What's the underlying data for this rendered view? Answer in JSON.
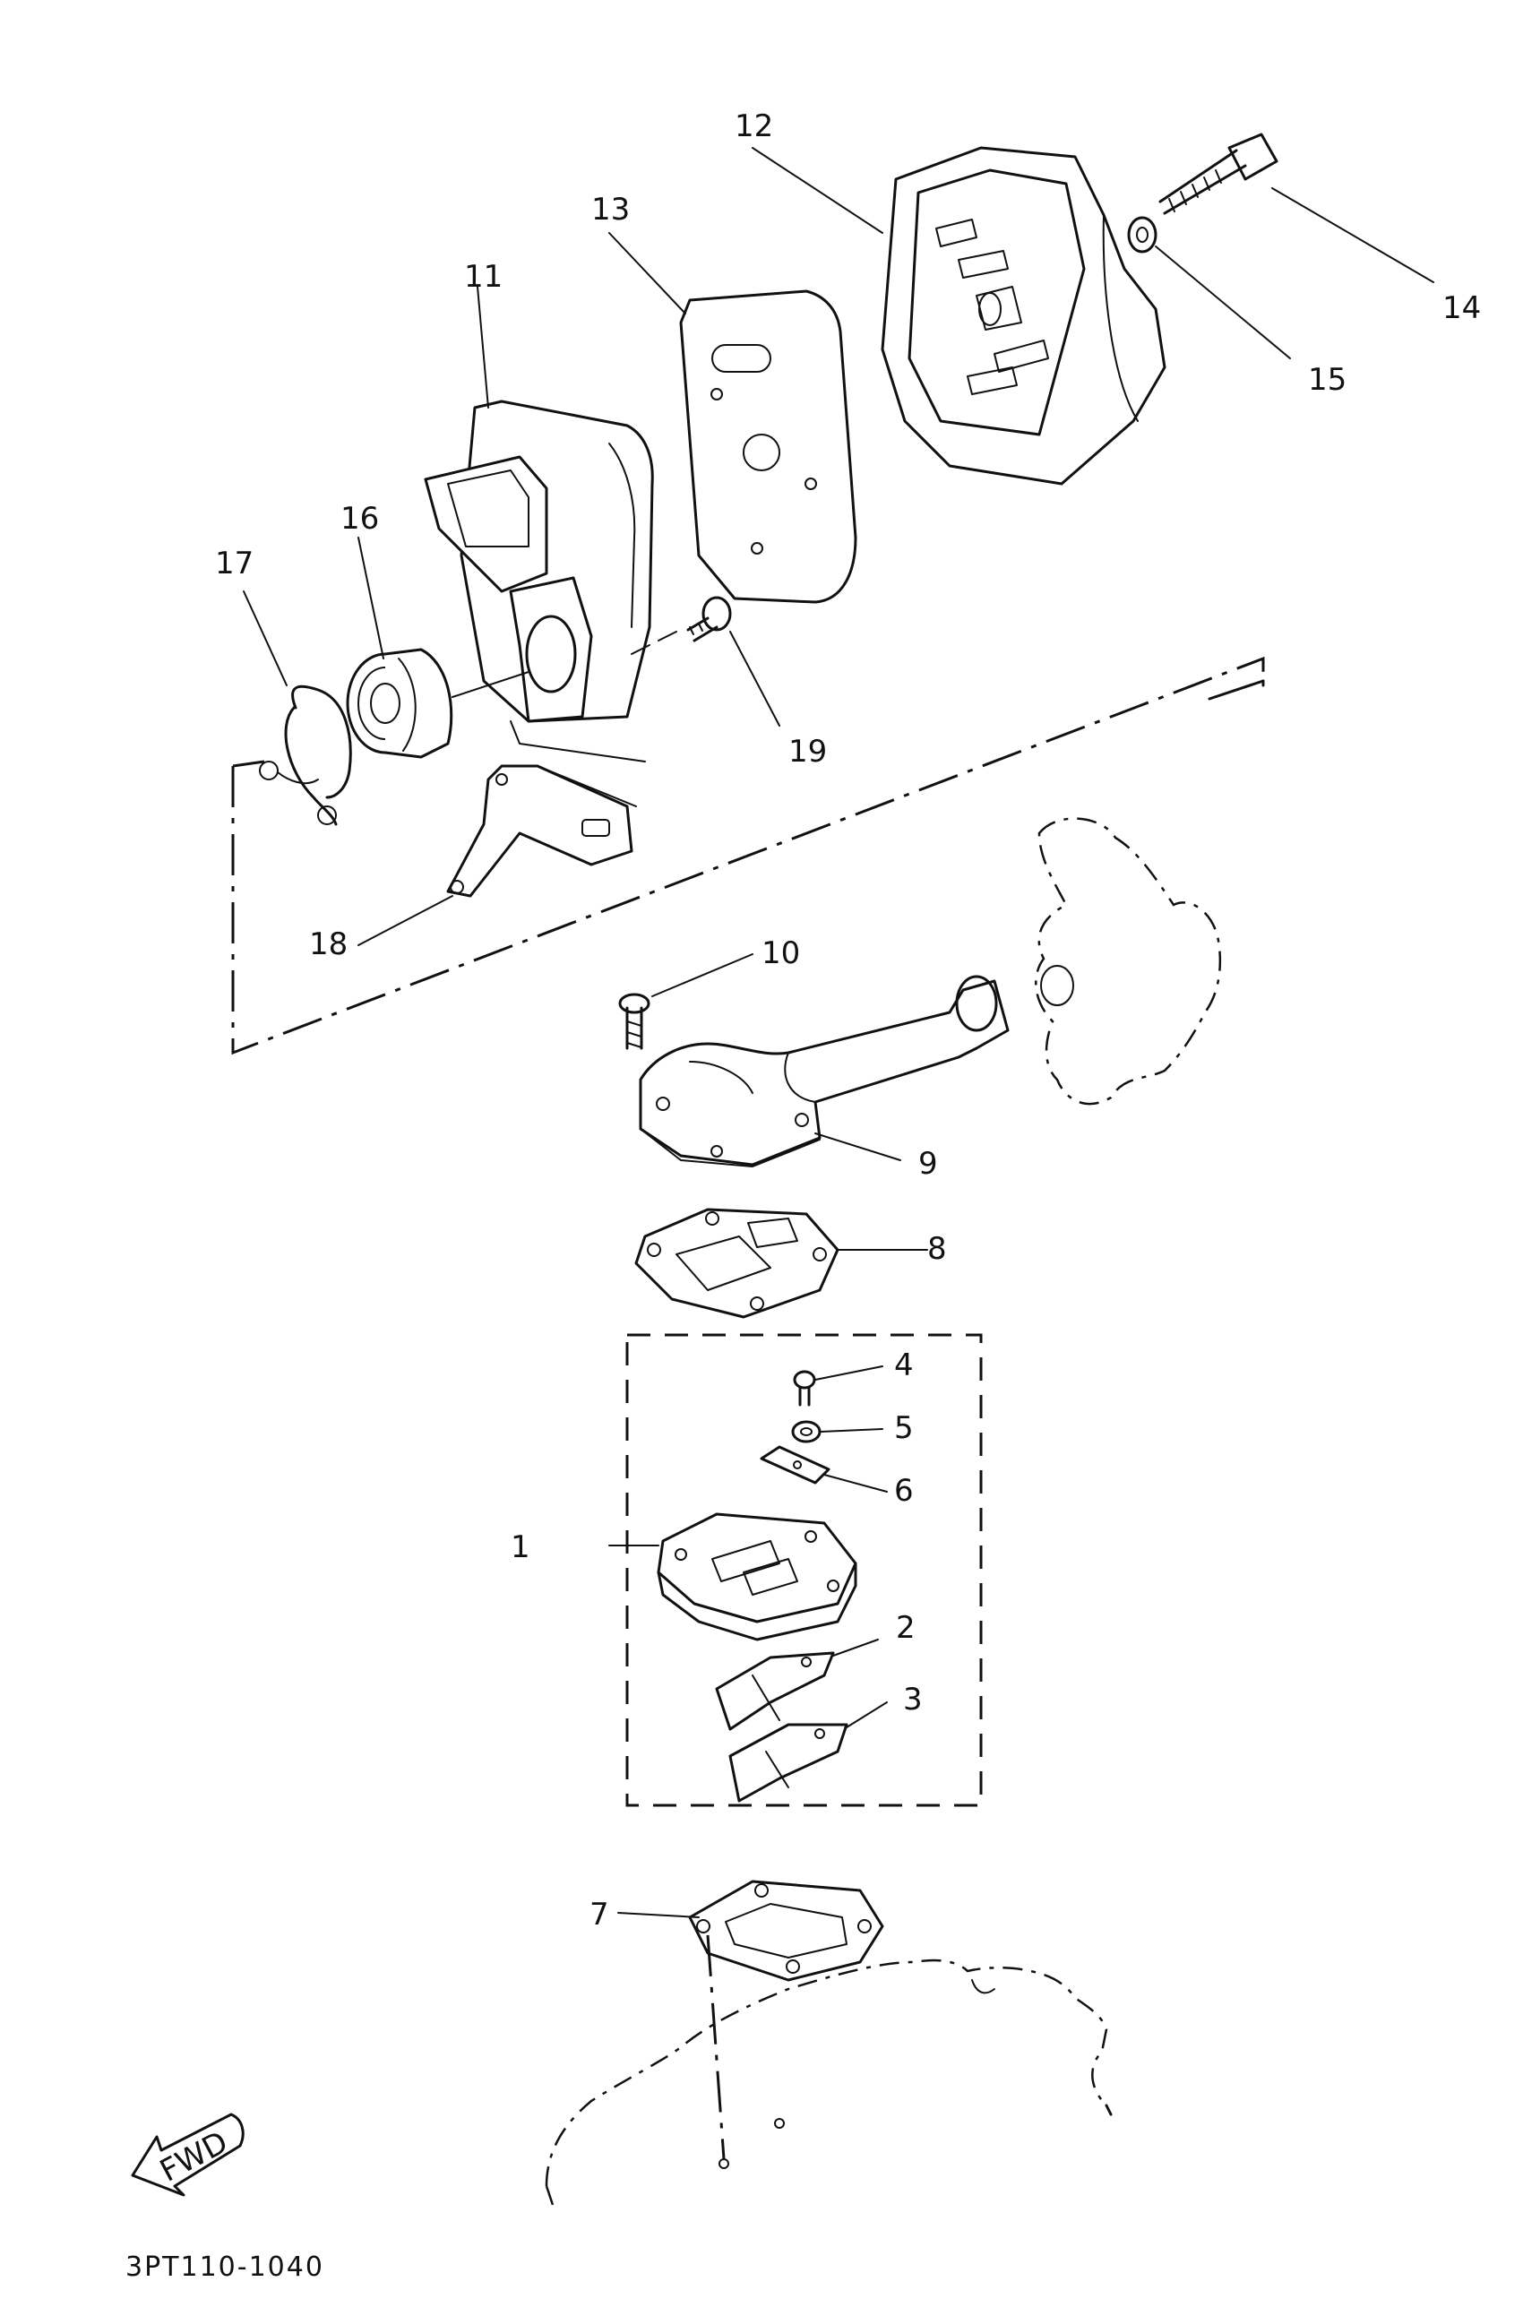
{
  "diagram_code": "3PT110-1040",
  "fwd_label": "FWD",
  "callouts": [
    {
      "id": "1",
      "text": "1"
    },
    {
      "id": "2",
      "text": "2"
    },
    {
      "id": "3",
      "text": "3"
    },
    {
      "id": "4",
      "text": "4"
    },
    {
      "id": "5",
      "text": "5"
    },
    {
      "id": "6",
      "text": "6"
    },
    {
      "id": "7",
      "text": "7"
    },
    {
      "id": "8",
      "text": "8"
    },
    {
      "id": "9",
      "text": "9"
    },
    {
      "id": "10",
      "text": "10"
    },
    {
      "id": "11",
      "text": "11"
    },
    {
      "id": "12",
      "text": "12"
    },
    {
      "id": "13",
      "text": "13"
    },
    {
      "id": "14",
      "text": "14"
    },
    {
      "id": "15",
      "text": "15"
    },
    {
      "id": "16",
      "text": "16"
    },
    {
      "id": "17",
      "text": "17"
    },
    {
      "id": "18",
      "text": "18"
    },
    {
      "id": "19",
      "text": "19"
    }
  ]
}
